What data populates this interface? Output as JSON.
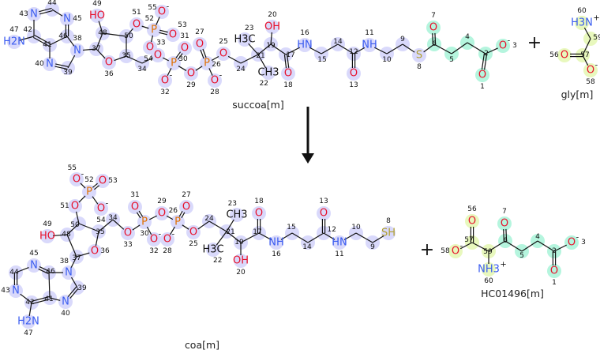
{
  "reaction": {
    "plus_sign": "+",
    "colors": {
      "blue_highlight": "#d9d9fb",
      "green_highlight": "#b5f5de",
      "yellow_highlight": "#e8f8bd",
      "oxygen": "#e8102a",
      "nitrogen": "#3a5cf0",
      "phosphorus": "#e07000",
      "sulfur": "#b0a030",
      "carbon": "#111111"
    },
    "molecules": [
      {
        "key": "succoa",
        "name": "succoa[m]",
        "atoms": [
          {
            "n": "1",
            "label": "O",
            "hl": "g"
          },
          {
            "n": "2",
            "label": "",
            "hl": "g"
          },
          {
            "n": "3",
            "label": "O",
            "charge": "-",
            "hl": "g"
          },
          {
            "n": "4",
            "label": "",
            "hl": "g"
          },
          {
            "n": "5",
            "label": "",
            "hl": "g"
          },
          {
            "n": "6",
            "label": "",
            "hl": "g"
          },
          {
            "n": "7",
            "label": "O",
            "hl": "g"
          },
          {
            "n": "8",
            "label": "S"
          },
          {
            "n": "9",
            "label": ""
          },
          {
            "n": "10",
            "label": ""
          },
          {
            "n": "11",
            "label": "NH"
          },
          {
            "n": "12",
            "label": ""
          },
          {
            "n": "13",
            "label": "O"
          },
          {
            "n": "14",
            "label": ""
          },
          {
            "n": "15",
            "label": ""
          },
          {
            "n": "16",
            "label": "HN"
          },
          {
            "n": "17",
            "label": ""
          },
          {
            "n": "18",
            "label": "O"
          },
          {
            "n": "19",
            "label": ""
          },
          {
            "n": "20",
            "label": "OH"
          },
          {
            "n": "21",
            "label": ""
          },
          {
            "n": "22",
            "label": "CH3"
          },
          {
            "n": "23",
            "label": "H3C"
          },
          {
            "n": "24",
            "label": ""
          },
          {
            "n": "25",
            "label": "O"
          },
          {
            "n": "26",
            "label": "P"
          },
          {
            "n": "27",
            "label": "O"
          },
          {
            "n": "28",
            "label": "O",
            "charge": "-"
          },
          {
            "n": "29",
            "label": "O"
          },
          {
            "n": "30",
            "label": "P"
          },
          {
            "n": "31",
            "label": "O"
          },
          {
            "n": "32",
            "label": "O",
            "charge": "-"
          },
          {
            "n": "33",
            "label": "O"
          },
          {
            "n": "34",
            "label": ""
          },
          {
            "n": "35",
            "label": ""
          },
          {
            "n": "36",
            "label": "O"
          },
          {
            "n": "37",
            "label": ""
          },
          {
            "n": "38",
            "label": "N"
          },
          {
            "n": "39",
            "label": ""
          },
          {
            "n": "40",
            "label": "N"
          },
          {
            "n": "41",
            "label": ""
          },
          {
            "n": "42",
            "label": ""
          },
          {
            "n": "43",
            "label": "N"
          },
          {
            "n": "44",
            "label": ""
          },
          {
            "n": "45",
            "label": "N"
          },
          {
            "n": "46",
            "label": ""
          },
          {
            "n": "47",
            "label": "H2N"
          },
          {
            "n": "48",
            "label": ""
          },
          {
            "n": "49",
            "label": "HO"
          },
          {
            "n": "50",
            "label": ""
          },
          {
            "n": "51",
            "label": "O"
          },
          {
            "n": "52",
            "label": "P"
          },
          {
            "n": "53",
            "label": "O"
          },
          {
            "n": "54",
            "label": "O"
          },
          {
            "n": "55",
            "label": "O",
            "charge": "-"
          }
        ]
      },
      {
        "key": "gly",
        "name": "gly[m]",
        "atoms": [
          {
            "n": "56",
            "label": "O",
            "hl": "y"
          },
          {
            "n": "57",
            "label": "",
            "hl": "y"
          },
          {
            "n": "58",
            "label": "O",
            "charge": "-",
            "hl": "y"
          },
          {
            "n": "59",
            "label": "",
            "hl": "y"
          },
          {
            "n": "60",
            "label": "H3N",
            "charge": "+",
            "hl": "y"
          }
        ]
      },
      {
        "key": "coa",
        "name": "coa[m]",
        "atoms": [
          {
            "n": "8",
            "label": "SH"
          },
          {
            "n": "9",
            "label": ""
          },
          {
            "n": "10",
            "label": ""
          },
          {
            "n": "11",
            "label": "HN"
          },
          {
            "n": "12",
            "label": ""
          },
          {
            "n": "13",
            "label": "O"
          },
          {
            "n": "14",
            "label": ""
          },
          {
            "n": "15",
            "label": ""
          },
          {
            "n": "16",
            "label": "NH"
          },
          {
            "n": "17",
            "label": ""
          },
          {
            "n": "18",
            "label": "O"
          },
          {
            "n": "19",
            "label": ""
          },
          {
            "n": "20",
            "label": "OH"
          },
          {
            "n": "21",
            "label": ""
          },
          {
            "n": "22",
            "label": "H3C"
          },
          {
            "n": "23",
            "label": "CH3"
          },
          {
            "n": "24",
            "label": ""
          },
          {
            "n": "25",
            "label": "O"
          },
          {
            "n": "26",
            "label": "P"
          },
          {
            "n": "27",
            "label": "O"
          },
          {
            "n": "28",
            "label": "O",
            "charge": "-"
          },
          {
            "n": "29",
            "label": "O"
          },
          {
            "n": "30",
            "label": "P"
          },
          {
            "n": "31",
            "label": "O"
          },
          {
            "n": "32",
            "label": "O",
            "charge": "-"
          },
          {
            "n": "33",
            "label": "O"
          },
          {
            "n": "34",
            "label": ""
          },
          {
            "n": "35",
            "label": ""
          },
          {
            "n": "36",
            "label": "O"
          },
          {
            "n": "37",
            "label": ""
          },
          {
            "n": "38",
            "label": "N"
          },
          {
            "n": "39",
            "label": ""
          },
          {
            "n": "40",
            "label": "N"
          },
          {
            "n": "41",
            "label": ""
          },
          {
            "n": "42",
            "label": ""
          },
          {
            "n": "43",
            "label": "N"
          },
          {
            "n": "44",
            "label": ""
          },
          {
            "n": "45",
            "label": "N"
          },
          {
            "n": "46",
            "label": ""
          },
          {
            "n": "47",
            "label": "H2N"
          },
          {
            "n": "48",
            "label": ""
          },
          {
            "n": "49",
            "label": "HO"
          },
          {
            "n": "50",
            "label": ""
          },
          {
            "n": "51",
            "label": "O"
          },
          {
            "n": "52",
            "label": "P"
          },
          {
            "n": "53",
            "label": "O"
          },
          {
            "n": "54",
            "label": "O",
            "charge": "-"
          },
          {
            "n": "55",
            "label": "O",
            "charge": "-"
          }
        ]
      },
      {
        "key": "hc",
        "name": "HC01496[m]",
        "atoms": [
          {
            "n": "1",
            "label": "O",
            "hl": "g"
          },
          {
            "n": "2",
            "label": "",
            "hl": "g"
          },
          {
            "n": "3",
            "label": "O",
            "charge": "-",
            "hl": "g"
          },
          {
            "n": "4",
            "label": "",
            "hl": "g"
          },
          {
            "n": "5",
            "label": "",
            "hl": "g"
          },
          {
            "n": "6",
            "label": "",
            "hl": "g"
          },
          {
            "n": "7",
            "label": "O",
            "hl": "g"
          },
          {
            "n": "56",
            "label": "O",
            "hl": "y"
          },
          {
            "n": "57",
            "label": "",
            "hl": "y"
          },
          {
            "n": "58",
            "label": "O",
            "charge": "-",
            "hl": "y"
          },
          {
            "n": "59",
            "label": "",
            "hl": "y"
          },
          {
            "n": "60",
            "label": "NH3",
            "charge": "+",
            "hl": "y"
          }
        ]
      }
    ]
  }
}
